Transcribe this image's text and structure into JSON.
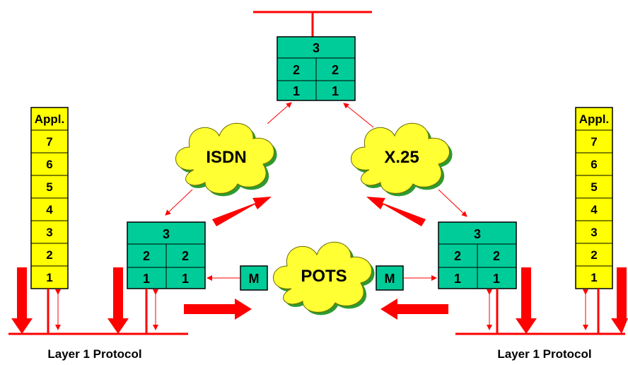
{
  "left_stack": {
    "layers": [
      "Appl.",
      "7",
      "6",
      "5",
      "4",
      "3",
      "2",
      "1"
    ]
  },
  "right_stack": {
    "layers": [
      "Appl.",
      "7",
      "6",
      "5",
      "4",
      "3",
      "2",
      "1"
    ]
  },
  "top_node": {
    "top": "3",
    "mid_left": "2",
    "mid_right": "2",
    "bot_left": "1",
    "bot_right": "1"
  },
  "left_node": {
    "top": "3",
    "mid_left": "2",
    "mid_right": "2",
    "bot_left": "1",
    "bot_right": "1"
  },
  "right_node": {
    "top": "3",
    "mid_left": "2",
    "mid_right": "2",
    "bot_left": "1",
    "bot_right": "1"
  },
  "clouds": {
    "isdn": "ISDN",
    "x25": "X.25",
    "pots": "POTS"
  },
  "modems": {
    "left": "M",
    "right": "M"
  },
  "captions": {
    "left": "Layer 1 Protocol",
    "right": "Layer 1 Protocol"
  },
  "colors": {
    "line": "#ff0000",
    "stack_fill": "#ffff00",
    "node_fill": "#00cc99",
    "cloud_fill": "#ffff33"
  }
}
